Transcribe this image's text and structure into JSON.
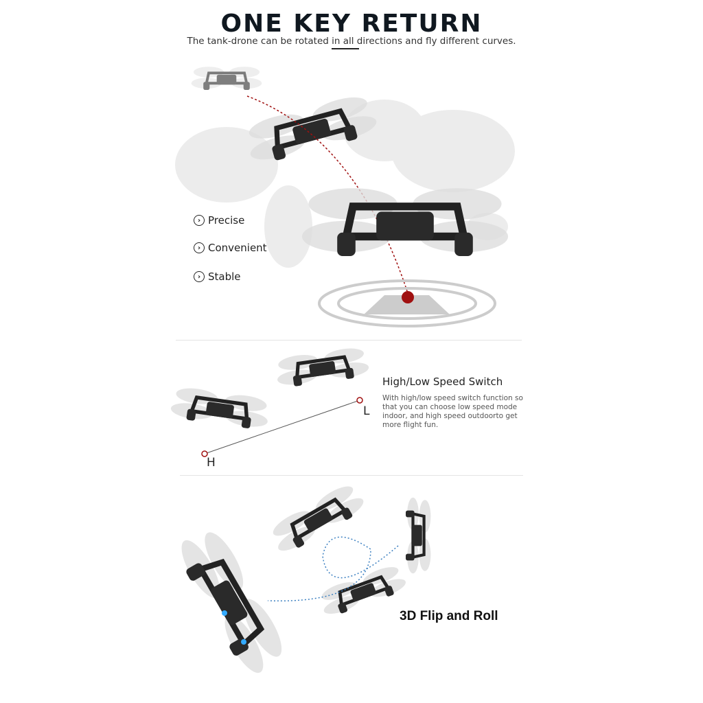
{
  "header": {
    "title": "ONE KEY RETURN",
    "subtitle": "The tank-drone can be rotated in all directions and fly different curves."
  },
  "features": [
    {
      "label": "Precise",
      "icon": "chevron-circle-icon"
    },
    {
      "label": "Convenient",
      "icon": "chevron-circle-icon"
    },
    {
      "label": "Stable",
      "icon": "chevron-circle-icon"
    }
  ],
  "speed": {
    "title": "High/Low Speed Switch",
    "description": "With high/low speed switch function so that you can choose low speed mode indoor, and high speed outdoorto get more flight fun.",
    "low_label": "L",
    "high_label": "H"
  },
  "flip": {
    "title": "3D Flip and Roll"
  },
  "colors": {
    "accent": "#a01010",
    "trail": "#3a7fc0",
    "drone": "#2a2a2a"
  }
}
